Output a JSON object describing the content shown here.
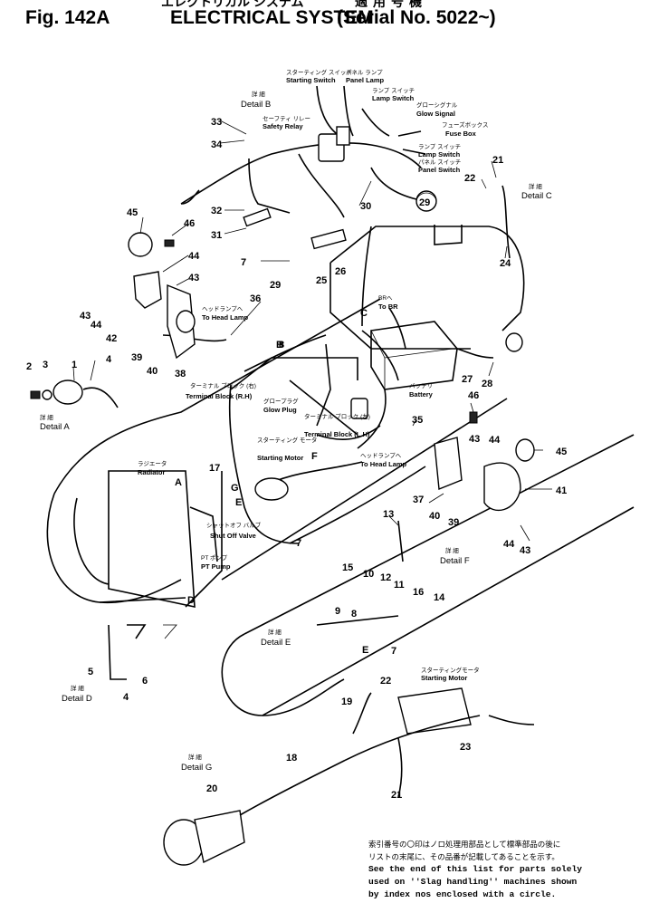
{
  "header": {
    "figure": "Fig. 142A",
    "title": "ELECTRICAL SYSTEM",
    "jp_title": "エレクトリカル システム",
    "jp_serial": "適用号機",
    "serial": "(Serial No. 5022~)"
  },
  "callouts": [
    "1",
    "2",
    "3",
    "4",
    "5",
    "6",
    "7",
    "8",
    "9",
    "10",
    "11",
    "12",
    "13",
    "14",
    "15",
    "16",
    "17",
    "18",
    "19",
    "20",
    "21",
    "22",
    "23",
    "24",
    "25",
    "26",
    "27",
    "28",
    "29",
    "30",
    "31",
    "32",
    "33",
    "34",
    "35",
    "36",
    "37",
    "38",
    "39",
    "40",
    "41",
    "42",
    "43",
    "44",
    "45",
    "46"
  ],
  "details": {
    "A": {
      "jp": "詳 細",
      "label": "Detail A"
    },
    "B": {
      "jp": "詳 細",
      "label": "Detail B"
    },
    "C": {
      "jp": "詳 細",
      "label": "Detail C"
    },
    "D": {
      "jp": "詳 細",
      "label": "Detail D"
    },
    "E": {
      "jp": "詳 細",
      "label": "Detail E"
    },
    "F": {
      "jp": "詳 細",
      "label": "Detail F"
    },
    "G": {
      "jp": "詳 細",
      "label": "Detail G"
    }
  },
  "labels": {
    "starting_switch": {
      "jp": "スターティング スイッチ",
      "en": "Starting Switch"
    },
    "panel_lamp": {
      "jp": "パネル ランプ",
      "en": "Panel Lamp"
    },
    "lamp_switch": {
      "jp": "ランプ スイッチ",
      "en": "Lamp Switch"
    },
    "glow_signal": {
      "jp": "グローシグナル",
      "en": "Glow Signal"
    },
    "fuse_box": {
      "jp": "フューズボックス",
      "en": "Fuse Box"
    },
    "safety_relay": {
      "jp": "セーフティ リレー",
      "en": "Safety Relay"
    },
    "lamp_switch_2": {
      "jp": "ランプ スイッチ",
      "en": "Lamp Switch"
    },
    "panel_switch": {
      "jp": "パネル スイッチ",
      "en": "Panel Switch"
    },
    "to_head_lamp": {
      "jp": "ヘッドランプへ",
      "en": "To Head Lamp"
    },
    "to_br": {
      "jp": "BRへ",
      "en": "To BR"
    },
    "battery": {
      "jp": "バッテリ",
      "en": "Battery"
    },
    "terminal_block_rh": {
      "jp": "ターミナル ブロック (右)",
      "en": "Terminal Block (R.H)"
    },
    "glow_plug": {
      "jp": "グロープラグ",
      "en": "Glow Plug"
    },
    "terminal_block_lh": {
      "jp": "ターミナル ブロック (左)",
      "en": "Terminal Block (L.H)"
    },
    "starting_motor": {
      "jp": "スターティング モータ",
      "en": "Starting Motor"
    },
    "to_head_lamp_2": {
      "jp": "ヘッドランプへ",
      "en": "To Head Lamp"
    },
    "radiator": {
      "jp": "ラジエータ",
      "en": "Radiator"
    },
    "shut_off_valve": {
      "jp": "シャットオフ バルブ",
      "en": "Shut Off Valve"
    },
    "pt_pump": {
      "jp": "PT ポンプ",
      "en": "PT Pump"
    },
    "starting_motor_g": {
      "jp": "スターティングモータ",
      "en": "Starting Motor"
    }
  },
  "letters": [
    "A",
    "B",
    "C",
    "D",
    "E",
    "F",
    "G"
  ],
  "note": {
    "jp_line1": "索引番号の〇印はノロ処理用部品として標準部品の後に",
    "jp_line2": "リストの末尾に、その品番が記載してあることを示す。",
    "en": "See the end of this list for parts solely\nused on ''Slag handling'' machines shown\nby index nos enclosed with a circle."
  },
  "colors": {
    "ink": "#000000",
    "paper": "#ffffff"
  }
}
